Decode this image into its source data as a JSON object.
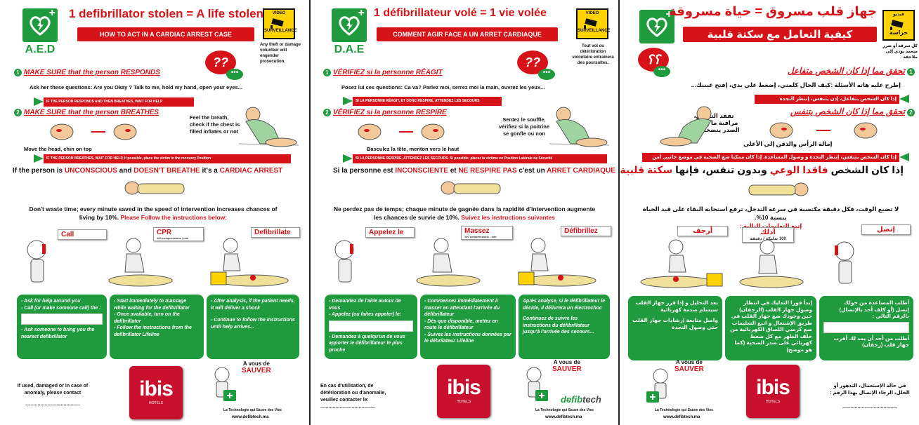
{
  "colors": {
    "red": "#d7131a",
    "green": "#1f9b3d",
    "yellow": "#ffd200"
  },
  "posters": [
    {
      "lang": "en",
      "aed_label": "A.E.D",
      "headline": "1 defibrillator stolen = A life stolen",
      "banner": "HOW TO ACT IN A CARDIAC ARREST CASE",
      "video_line1": "VIDEO",
      "video_line2": "SURVEILLANCE",
      "theft_notice": "Any theft or damage volunteer will engender prosecution.",
      "bubble": "??",
      "bubble_dots": "•••",
      "step1": {
        "num": "1",
        "title": "MAKE SURE that the person RESPONDS",
        "text": "Ask her these questions: Are you Okay ? Talk to me, hold my hand, open your eyes..."
      },
      "arrow1": "IF THE PERSON RESPONDS AND THEN BREATHES, WAIT FOR HELP",
      "step2": {
        "num": "2",
        "title": "MAKE SURE that the person BREATHES",
        "text_breath": "Feel the breath, check if the chest is filled inflates or not",
        "text_head": "Move the head, chin on top"
      },
      "arrow2": "IF THE PERSON BREATHES, WAIT FOR HELP. If possible, place the victim in the recovery Position",
      "statement": {
        "a": "If the person is ",
        "b": "UNCONSCIOUS",
        "c": " and ",
        "d": "DOESN'T BREATHE",
        "e": " it's a ",
        "f": "CARDIAC ARREST"
      },
      "urgency": {
        "text": "Don't waste time; every minute saved in the speed of intervention increases chances of living by 10%. ",
        "red": "Please Follow the instructions below:"
      },
      "actions": [
        {
          "label": "Call",
          "sub": ""
        },
        {
          "label": "CPR",
          "sub": "100 compressions / min"
        },
        {
          "label": "Defibrillate",
          "sub": ""
        }
      ],
      "boxes": [
        {
          "lines": [
            "- Ask for help around you",
            "- Call (or make someone call) the :"
          ],
          "after": [
            "- Ask someone to bring you the nearest defibrillator"
          ],
          "field": true
        },
        {
          "lines": [
            "- Start immediately to massage while waiting for the defibrillator",
            "- Once available, turn on the defibrillator",
            "- Follow the instructions from the defibrillator Lifeline"
          ],
          "after": [],
          "field": false
        },
        {
          "lines": [
            "- After analysis, if the patient needs, it will deliver a shock",
            "- Continue to follow the instructions until help arrives..."
          ],
          "after": [],
          "field": false
        }
      ],
      "ibis": {
        "name": "ibis",
        "sub": "HOTELS"
      },
      "sauver": {
        "a": "A vous de",
        "b": "SAUVER"
      },
      "tagline": "La Technologie qui Sauve des Vies",
      "url": "www.defibtech.ma",
      "contact": "If used, damaged or in case of anomaly, please contact",
      "dots": "........................................"
    },
    {
      "lang": "fr",
      "aed_label": "D.A.E",
      "headline": "1 défibrillateur volé = 1 vie volée",
      "banner": "COMMENT AGIR FACE A UN ARRET CARDIAQUE",
      "video_line1": "VIDEO",
      "video_line2": "SURVEILLANCE",
      "theft_notice": "Tout vol ou détérioration volontaire entraînera des poursuites.",
      "bubble": "??",
      "bubble_dots": "•••",
      "step1": {
        "num": "1",
        "title": "VÉRIFIEZ si la personne RÉAGIT",
        "text": "Posez lui ces questions: Ca va? Parlez moi, serrez moi la main, ouvrez les yeux..."
      },
      "arrow1": "SI LA PERSONNE RÉAGIT, ET DONC RESPIRE, ATTENDEZ LES SECOURS",
      "step2": {
        "num": "2",
        "title": "VÉRIFIEZ si la personne RESPIRE",
        "text_breath": "Sentez le souffle, vérifiez si la poitrine se gonfle ou non",
        "text_head": "Basculez la tête, menton vers le haut"
      },
      "arrow2": "SI LA PERSONNE RESPIRE, ATTENDEZ LES SECOURS. Si possible, placez la victime en Position Latérale de Sécurité",
      "statement": {
        "a": "Si la personne est ",
        "b": "INCONSCIENTE",
        "c": " et ",
        "d": "NE RESPIRE PAS",
        "e": " c'est un ",
        "f": "ARRET CARDIAQUE"
      },
      "urgency": {
        "text": "Ne perdez pas de temps; chaque minute de gagnée dans la rapidité d'intervention augmente les chances de survie de 10%. ",
        "red": "Suivez les instructions suivantes"
      },
      "actions": [
        {
          "label": "Appelez le",
          "sub": ""
        },
        {
          "label": "Massez",
          "sub": "100 compressions - min"
        },
        {
          "label": "Défibrillez",
          "sub": ""
        }
      ],
      "boxes": [
        {
          "lines": [
            "- Demandez de l'aide autour de vous",
            "- Appelez (ou faites appeler) le:"
          ],
          "after": [
            "- Demandez à quelqu'un de vous apporter le défibrillateur le plus proche"
          ],
          "field": true
        },
        {
          "lines": [
            "- Commencez immédiatement à masser en attendant l'arrivée du défibrillateur",
            "- Dès que disponible, mettez en route le défibrillateur",
            "- Suivez les instructions données par le débrilateur Lifeline"
          ],
          "after": [],
          "field": false
        },
        {
          "lines": [
            "Après analyse, si le défibrillateur le décide, il délivrera un électrochoc",
            "Continuez de suivre les instructions du défibrillateur jusqu'à l'arrivée des secours..."
          ],
          "after": [],
          "field": false
        }
      ],
      "ibis": {
        "name": "ibis",
        "sub": "HOTELS"
      },
      "sauver": {
        "a": "A vous de",
        "b": "SAUVER"
      },
      "tagline": "La Technologie qui Sauve des Vies",
      "url": "www.defibtech.ma",
      "contact": "En cas d'utilisation, de détérioration ou d'anomalie, veuillez contacter le:",
      "dots": "........................................",
      "defibtech": {
        "a": "defib",
        "b": "tech"
      }
    },
    {
      "lang": "ar",
      "headline": "جهاز قلب مسروق = حياة مسروقة",
      "banner": "كيفية التعامل مع سكتة قلبية",
      "video_line1": "فيديو",
      "video_line2": "حراسة",
      "theft_notice": "كل سرقة أو ضرر متعمد يؤدي إلى ملاحقة",
      "bubble": "؟؟",
      "bubble_dots": "•••",
      "step1": {
        "num": "1",
        "title": "تحقق مما إذا كان الشخص متفاعل",
        "text": "إطرح عليه هاته الأسئلة :كيف الحال كلمني، إضغط على يدي، إفتح عينيك..."
      },
      "arrow1": "إذا كان الشخص يتفاعل، إذن يتنفس، إنتظر النجدة",
      "step2": {
        "num": "2",
        "title": "تحقق مما إذا كان الشخص يتنفس",
        "text_breath": "تفقد التنفس، مراقبة ما إذا كان الصدر ينضخم أو لا",
        "text_head": "إمالة الرأس والذقن إلى الأعلى"
      },
      "arrow2": "إذا كان الشخص يتنفس، إنتظر النجدة و وصول المساعدة. إذا كان ممكنا ضع الضحية في موضع جانبي آمن",
      "statement": {
        "a": "إذا كان الشخص ",
        "b": "فاقدا الوعي",
        "c": " وبدون تنفس، فإنها ",
        "d": "سكتة قلبية",
        "e": ".",
        "f": ""
      },
      "urgency": {
        "text": "لا تضيع الوقت، فكل دقيقة مكتسبة في سرعة التدخل، ترفع استجابة البقاء على قيد الحياة بنسبة 10%.",
        "red": "إتبع التعليمات التالية :"
      },
      "actions": [
        {
          "label": "إتصل",
          "sub": ""
        },
        {
          "label": "أدلك",
          "sub": "100 تدليكة / دقيقة"
        },
        {
          "label": "أرجف",
          "sub": ""
        }
      ],
      "boxes": [
        {
          "lines": [
            "أطلب المساعدة من حولك",
            "إتصل (أو كلف أحد بالإتصال) بالرقم التالي :"
          ],
          "after": [
            "أطلب من أحد أن يمد لك أقرب جهاز قلب (رجفان)"
          ],
          "field": true
        },
        {
          "lines": [
            "إبدأ فورا التدليك في انتظار وصول جهاز القلب (الرجفان)",
            "حين وجودك ضع جهاز القلب في طريق الإشتغال و اتبع التعليمات",
            "ضع كرسي اللصاق الكهربائية من خلف الظهر مع كل ضغط كهربائي على صدر الضحية (كما هو موضح)"
          ],
          "after": [],
          "field": false
        },
        {
          "lines": [
            "بعد التحليل و إذا قرر جهاز القلب سيسلم صدمة كهربائية",
            "واصل متابعة إرشادات جهاز القلب حتى وصول النجدة"
          ],
          "after": [],
          "field": false
        }
      ],
      "ibis": {
        "name": "ibis",
        "sub": "HOTELS"
      },
      "sauver": {
        "a": "A vous de",
        "b": "SAUVER"
      },
      "tagline": "La Technologie qui Sauve des Vies",
      "url": "www.defibtech.ma",
      "contact": "في حالة الإستعمال، التدهور أو الخلل، الرجاء الإتصال بهذا الرقم :",
      "dots": "........................................"
    }
  ]
}
